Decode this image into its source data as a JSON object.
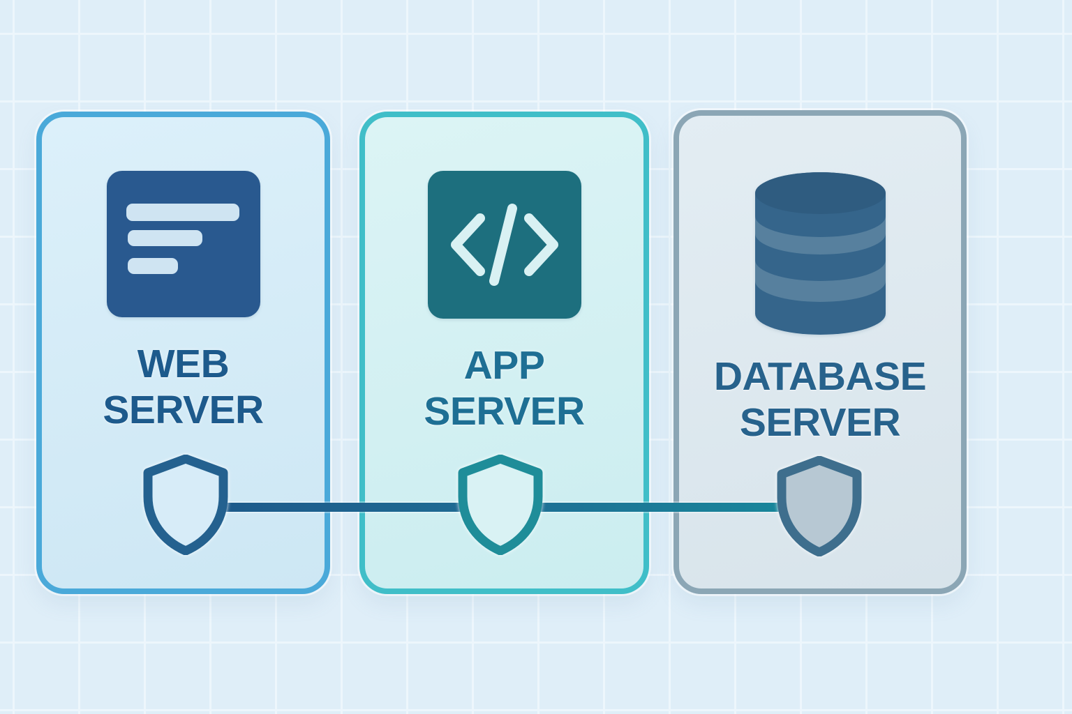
{
  "background": {
    "color": "#dfeef8",
    "grid_color": "#edf6fc",
    "pattern": "grid"
  },
  "connection": {
    "name": "secure-connection-line",
    "gradient_start": "#1d598a",
    "gradient_end": "#18879b"
  },
  "cards": [
    {
      "id": "web-server",
      "label_line1": "WEB",
      "label_line2": "SERVER",
      "icon": "browser-window-icon",
      "badge_icon": "shield-icon",
      "border_color": "#4aa9d9",
      "fill_color": "#d5eaf7",
      "text_color": "#1d5a8c",
      "icon_color": "#29598f",
      "shield_stroke": "#24618f",
      "shield_fill": "#d7ecf8"
    },
    {
      "id": "app-server",
      "label_line1": "APP",
      "label_line2": "SERVER",
      "icon": "code-icon",
      "badge_icon": "shield-icon",
      "border_color": "#40bec8",
      "fill_color": "#d5f1f3",
      "text_color": "#1e6f94",
      "icon_color": "#1d6f7e",
      "shield_stroke": "#1f8d99",
      "shield_fill": "#d9f2f4"
    },
    {
      "id": "database-server",
      "label_line1": "DATABASE",
      "label_line2": "SERVER",
      "icon": "database-icon",
      "badge_icon": "shield-icon",
      "border_color": "#8ba6b5",
      "fill_color": "#dfe9ef",
      "text_color": "#27628c",
      "icon_color": "#35658b",
      "shield_stroke": "#3e6e8d",
      "shield_fill": "#b7c8d3"
    }
  ]
}
